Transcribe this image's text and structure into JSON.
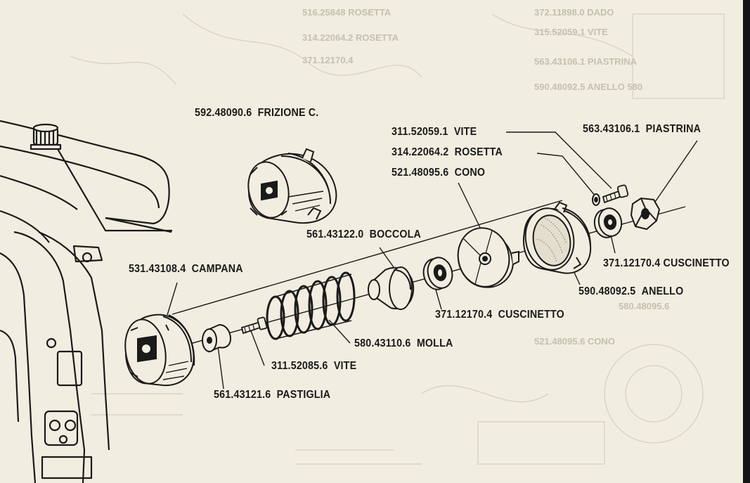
{
  "palette": {
    "paper": "#f1ede0",
    "ink": "#1a1a1a",
    "ghost": "#c9c3b2"
  },
  "labels": {
    "frizione": {
      "code": "592.48090.6",
      "name": "FRIZIONE C."
    },
    "vite_top": {
      "code": "311.52059.1",
      "name": "VITE"
    },
    "rosetta": {
      "code": "314.22064.2",
      "name": "ROSETTA"
    },
    "cono": {
      "code": "521.48095.6",
      "name": "CONO"
    },
    "piastrina": {
      "code": "563.43106.1",
      "name": "PIASTRINA"
    },
    "boccola": {
      "code": "561.43122.0",
      "name": "BOCCOLA"
    },
    "campana": {
      "code": "531.43108.4",
      "name": "CAMPANA"
    },
    "cuscinetto_r": {
      "code": "371.12170.4",
      "name": "CUSCINETTO"
    },
    "anello": {
      "code": "590.48092.5",
      "name": "ANELLO"
    },
    "cuscinetto_m": {
      "code": "371.12170.4",
      "name": "CUSCINETTO"
    },
    "molla": {
      "code": "580.43110.6",
      "name": "MOLLA"
    },
    "vite_bottom": {
      "code": "311.52085.6",
      "name": "VITE"
    },
    "pastiglia": {
      "code": "561.43121.6",
      "name": "PASTIGLIA"
    }
  }
}
